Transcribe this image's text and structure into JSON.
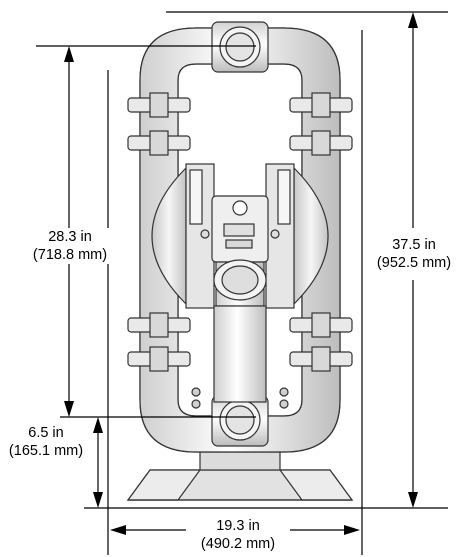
{
  "dimensions": {
    "height_upper": {
      "value": "28.3 in",
      "metric": "(718.8 mm)"
    },
    "height_total": {
      "value": "37.5 in",
      "metric": "(952.5 mm)"
    },
    "height_base": {
      "value": "6.5 in",
      "metric": "(165.1 mm)"
    },
    "width": {
      "value": "19.3 in",
      "metric": "(490.2 mm)"
    }
  }
}
